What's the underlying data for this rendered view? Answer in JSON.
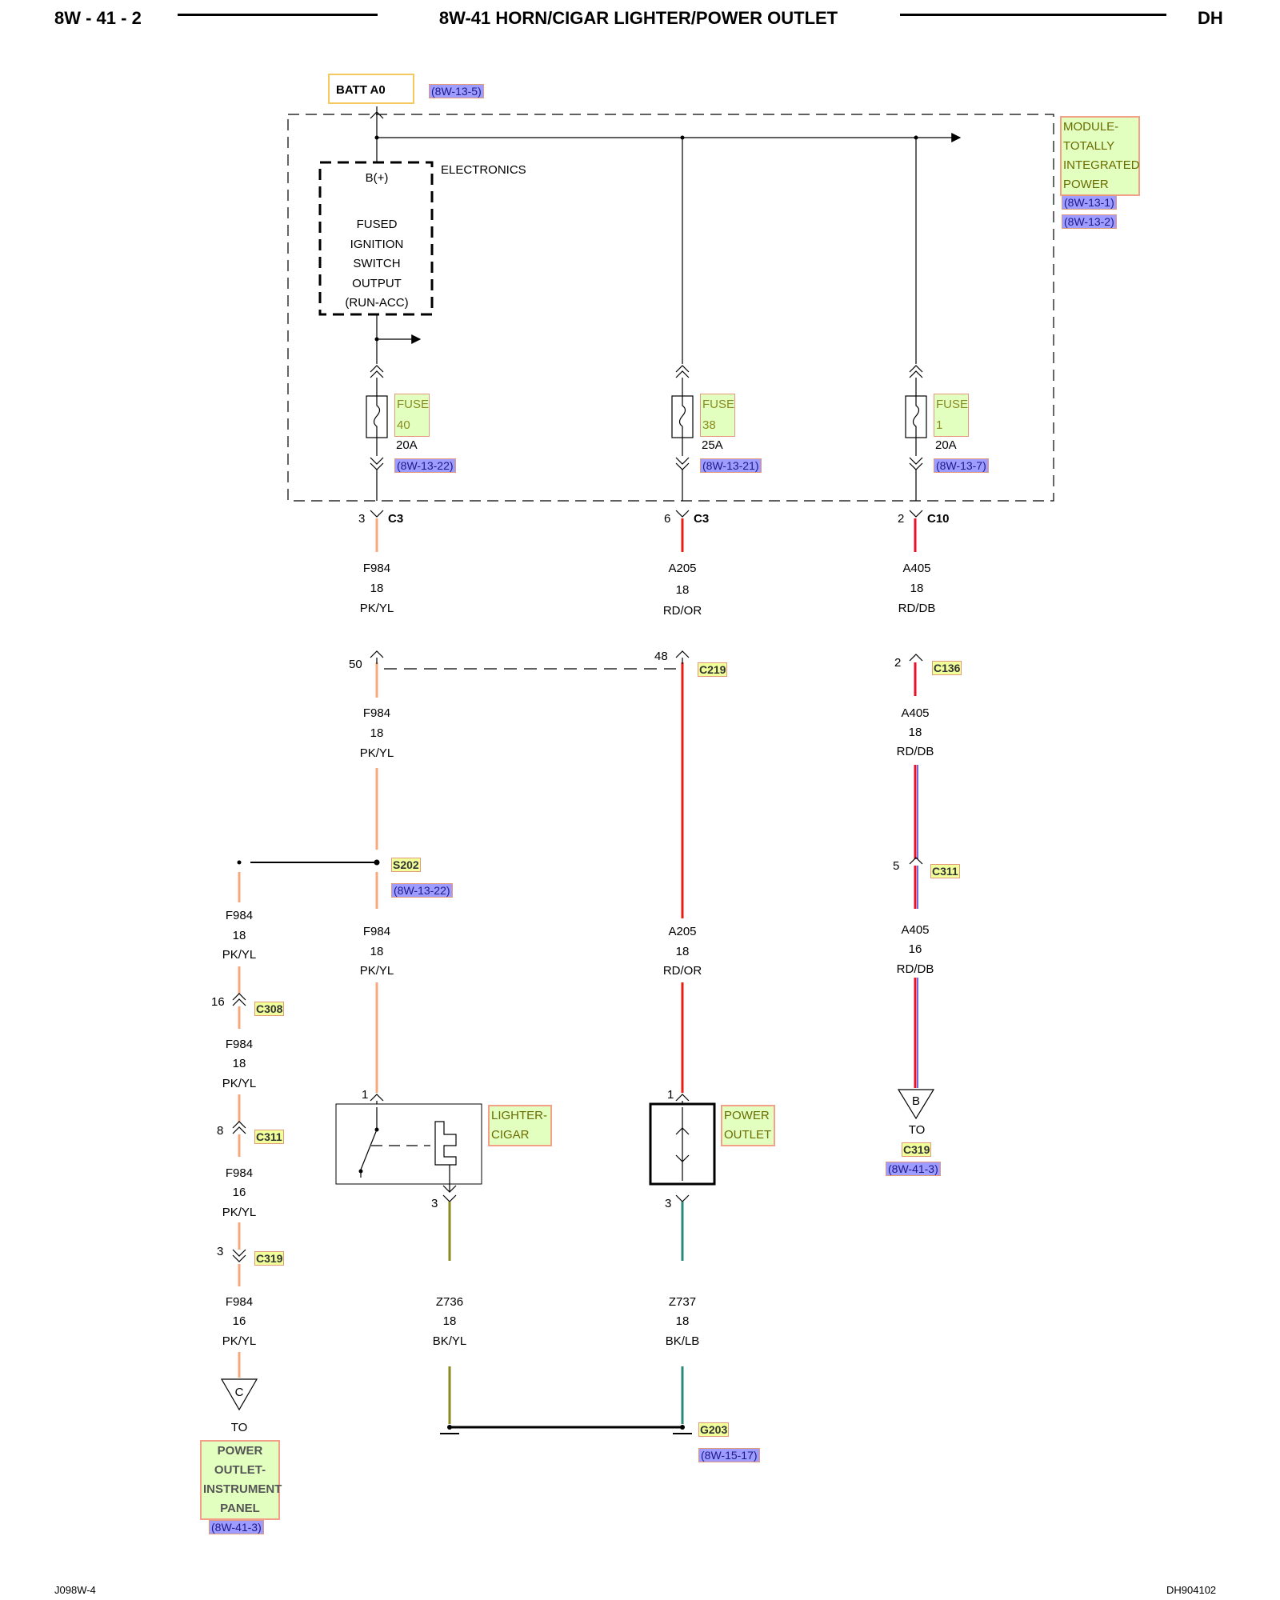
{
  "header": {
    "page_id": "8W - 41 - 2",
    "title": "8W-41 HORN/CIGAR LIGHTER/POWER OUTLET",
    "model": "DH"
  },
  "footer": {
    "left": "J098W-4",
    "right": "DH904102"
  },
  "source": {
    "batt_label": "BATT A0",
    "batt_ref": "(8W-13-5)"
  },
  "module": {
    "name_lines": [
      "MODULE-",
      "TOTALLY",
      "INTEGRATED",
      "POWER"
    ],
    "refs": [
      "(8W-13-1)",
      "(8W-13-2)"
    ],
    "electronics_label": "ELECTRONICS",
    "ign_lines": [
      "B(+)",
      "FUSED",
      "IGNITION",
      "SWITCH",
      "OUTPUT",
      "(RUN-ACC)"
    ]
  },
  "fuses": [
    {
      "label": "FUSE",
      "number": "40",
      "rating": "20A",
      "ref": "(8W-13-22)"
    },
    {
      "label": "FUSE",
      "number": "38",
      "rating": "25A",
      "ref": "(8W-13-21)"
    },
    {
      "label": "FUSE",
      "number": "1",
      "rating": "20A",
      "ref": "(8W-13-7)"
    }
  ],
  "connectors": {
    "c3_left": {
      "pin": "3",
      "name": "C3"
    },
    "c3_mid": {
      "pin": "6",
      "name": "C3"
    },
    "c10": {
      "pin": "2",
      "name": "C10"
    },
    "c219": {
      "pin_left": "50",
      "pin_right": "48",
      "name": "C219"
    },
    "c136": {
      "pin": "2",
      "name": "C136"
    },
    "c311_right": {
      "pin": "5",
      "name": "C311"
    },
    "s202": {
      "name": "S202",
      "ref": "(8W-13-22)"
    },
    "c308": {
      "pin": "16",
      "name": "C308"
    },
    "c311_left": {
      "pin": "8",
      "name": "C311"
    },
    "c319": {
      "pin": "3",
      "name": "C319"
    },
    "lighter_pin_in": "1",
    "lighter_pin_out": "3",
    "outlet_pin_in": "1",
    "outlet_pin_out": "3",
    "g203": {
      "name": "G203",
      "ref": "(8W-15-17)"
    }
  },
  "wires": {
    "f984_a": [
      "F984",
      "18",
      "PK/YL"
    ],
    "f984_b": [
      "F984",
      "18",
      "PK/YL"
    ],
    "f984_c": [
      "F984",
      "18",
      "PK/YL"
    ],
    "f984_d": [
      "F984",
      "18",
      "PK/YL"
    ],
    "f984_e": [
      "F984",
      "18",
      "PK/YL"
    ],
    "f984_f": [
      "F984",
      "16",
      "PK/YL"
    ],
    "f984_g": [
      "F984",
      "16",
      "PK/YL"
    ],
    "a205_a": [
      "A205",
      "18",
      "RD/OR"
    ],
    "a205_b": [
      "A205",
      "18",
      "RD/OR"
    ],
    "a405_a": [
      "A405",
      "18",
      "RD/DB"
    ],
    "a405_b": [
      "A405",
      "18",
      "RD/DB"
    ],
    "a405_c": [
      "A405",
      "16",
      "RD/DB"
    ],
    "z736": [
      "Z736",
      "18",
      "BK/YL"
    ],
    "z737": [
      "Z737",
      "18",
      "BK/LB"
    ]
  },
  "components": {
    "lighter": [
      "LIGHTER-",
      "CIGAR"
    ],
    "outlet": [
      "POWER",
      "OUTLET"
    ]
  },
  "offpage": {
    "b": {
      "letter": "B",
      "to": "TO",
      "dest": "C319",
      "ref": "(8W-41-3)"
    },
    "c": {
      "letter": "C",
      "to": "TO",
      "dest_lines": [
        "POWER",
        "OUTLET-",
        "INSTRUMENT",
        "PANEL"
      ],
      "ref": "(8W-41-3)"
    }
  },
  "colors": {
    "pk_yl": "#f7a77e",
    "rd_or": "#e81c0f",
    "rd_db": "#e8102a",
    "db_stripe": "#3b3bd0",
    "bk_yl": "#8a8a22",
    "bk_lb": "#2a8a7a"
  }
}
